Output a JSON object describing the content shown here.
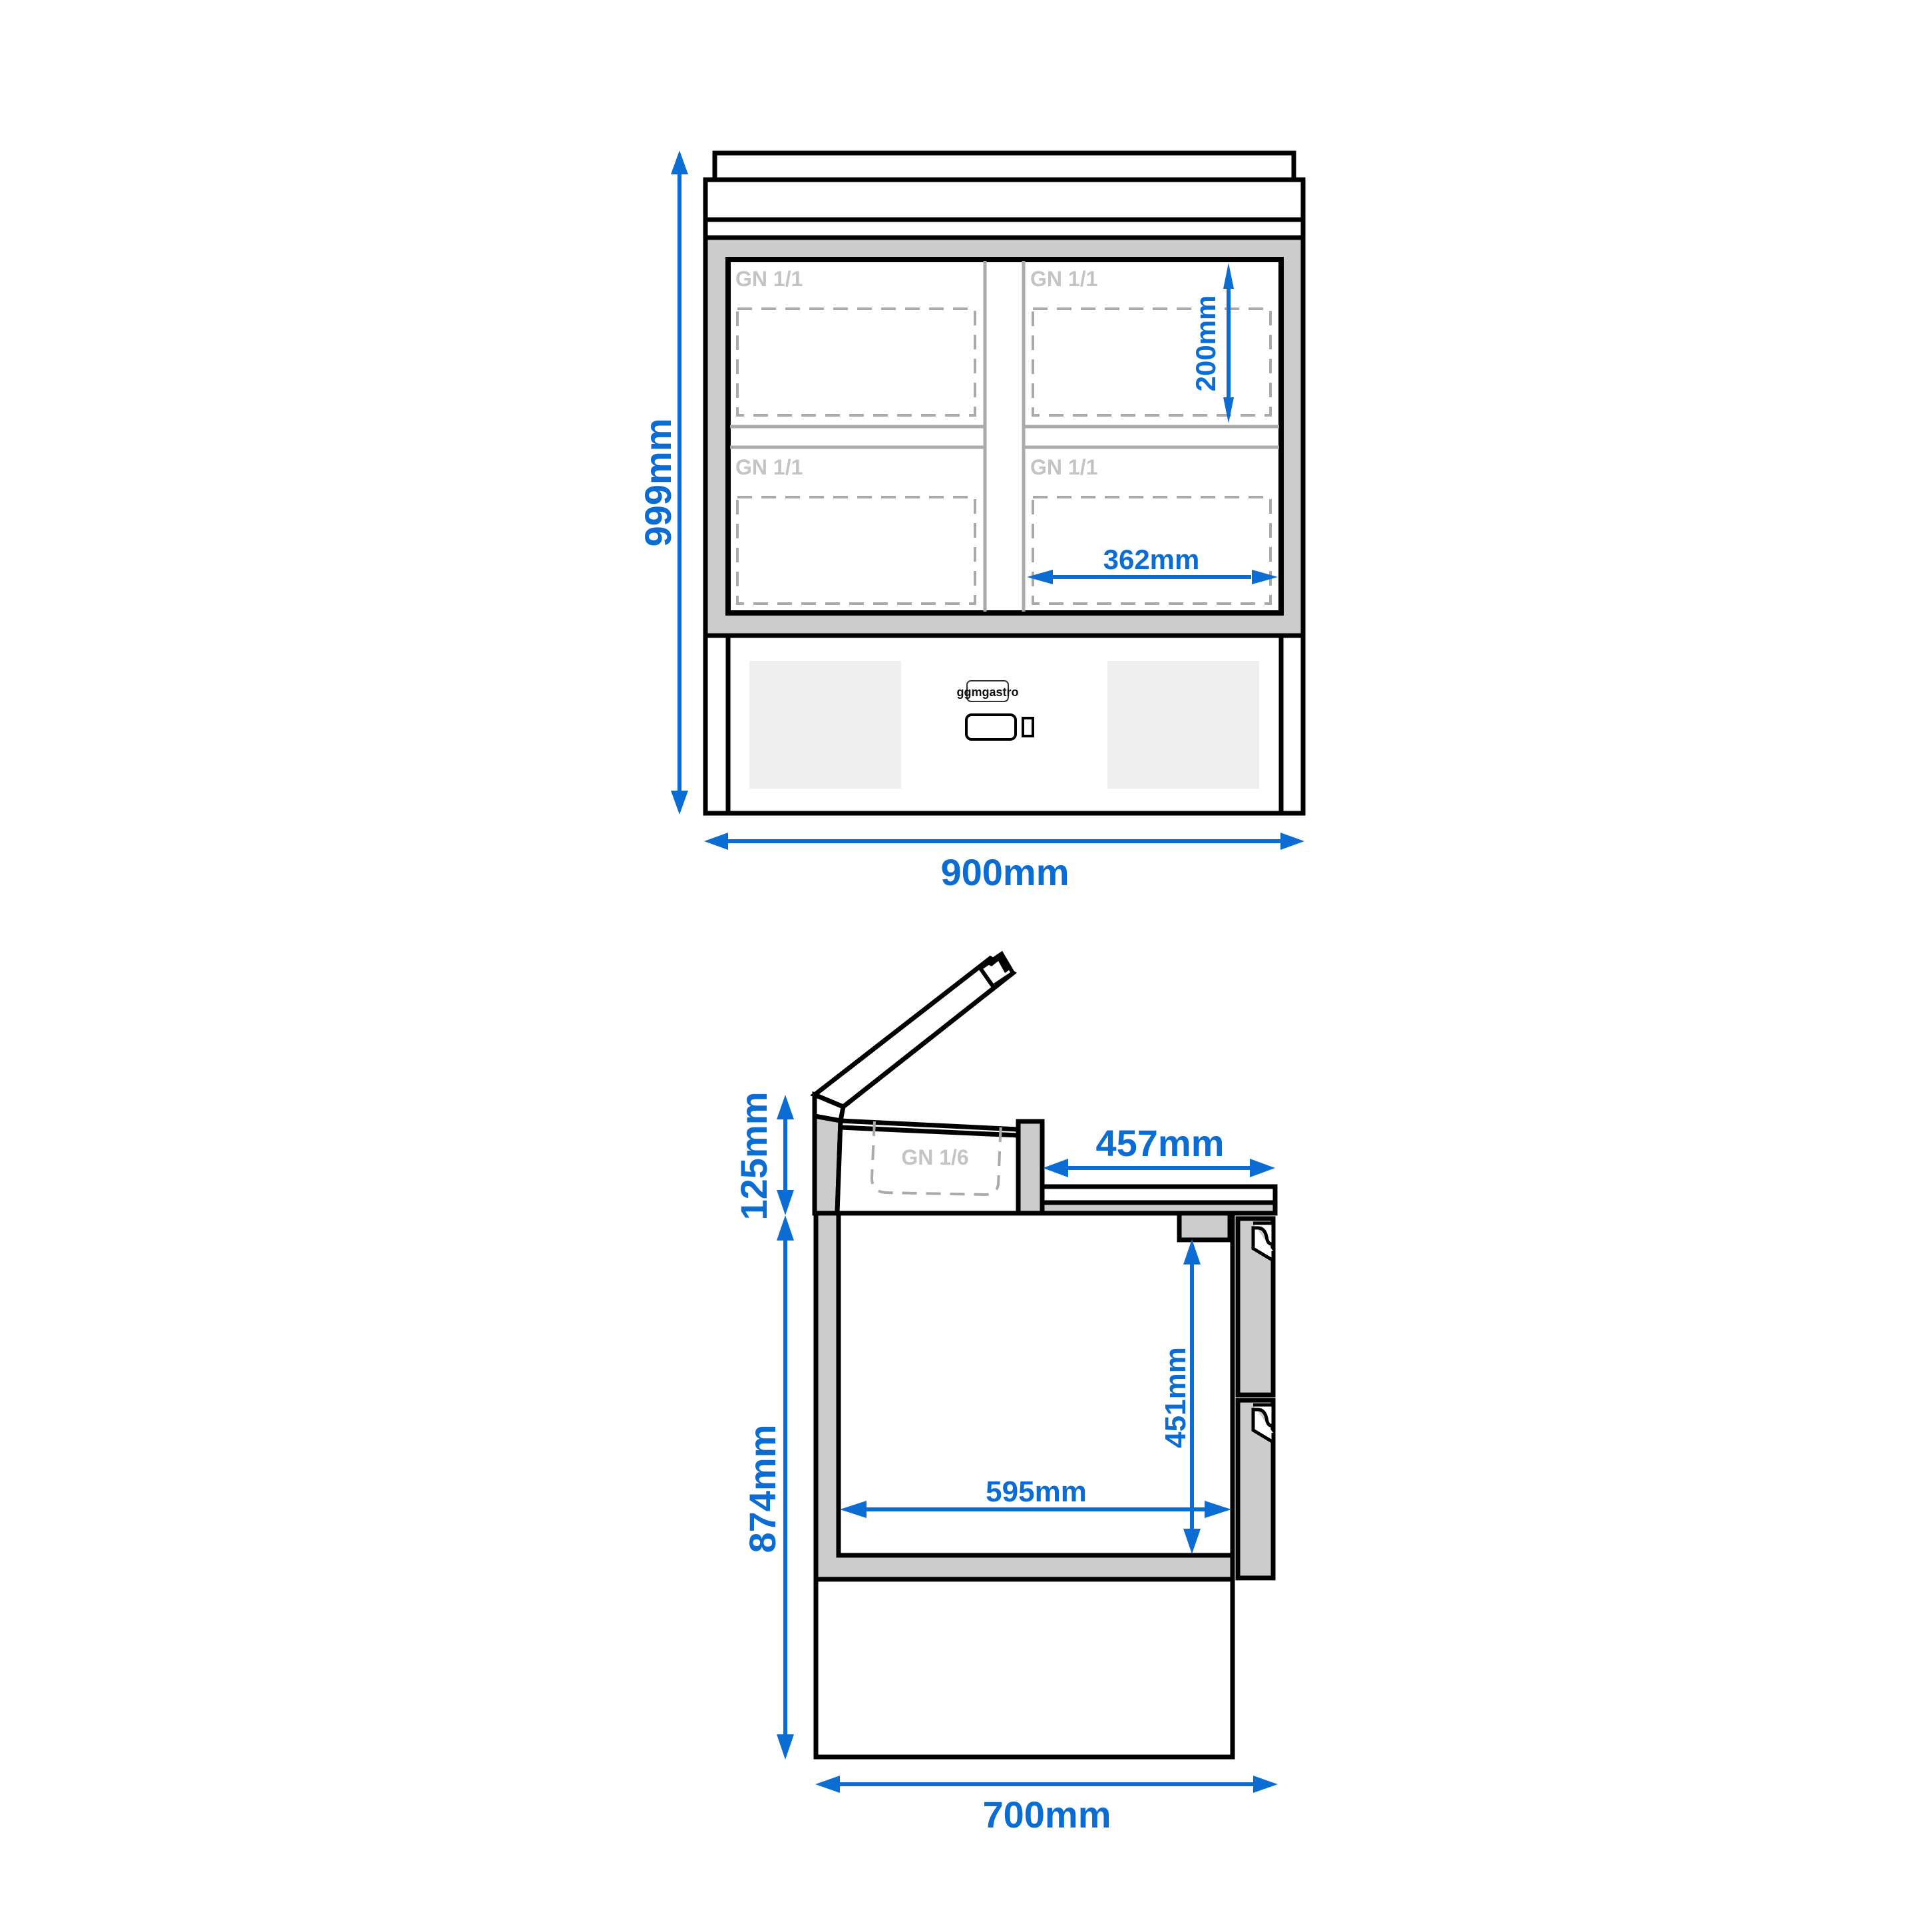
{
  "colors": {
    "dimension": "#0b6dd3",
    "outline": "#000000",
    "insulation_gray": "#cccccc",
    "panel_gray": "#eeeeee",
    "gn_label_gray": "#c4c4c4",
    "background": "#ffffff"
  },
  "front_view": {
    "brand_label": "ggmgastro",
    "gn_containers": [
      {
        "label": "GN 1/1",
        "position": "top-left"
      },
      {
        "label": "GN 1/1",
        "position": "top-right"
      },
      {
        "label": "GN 1/1",
        "position": "bottom-left"
      },
      {
        "label": "GN 1/1",
        "position": "bottom-right"
      }
    ],
    "dimensions": {
      "total_height": "999mm",
      "total_width": "900mm",
      "container_depth": "200mm",
      "container_width": "362mm"
    }
  },
  "side_view": {
    "gn_container_label": "GN 1/6",
    "dimensions": {
      "top_section_height": "125mm",
      "cabinet_height": "874mm",
      "worktop_depth": "457mm",
      "interior_height": "451mm",
      "interior_depth": "595mm",
      "total_depth": "700mm"
    }
  }
}
